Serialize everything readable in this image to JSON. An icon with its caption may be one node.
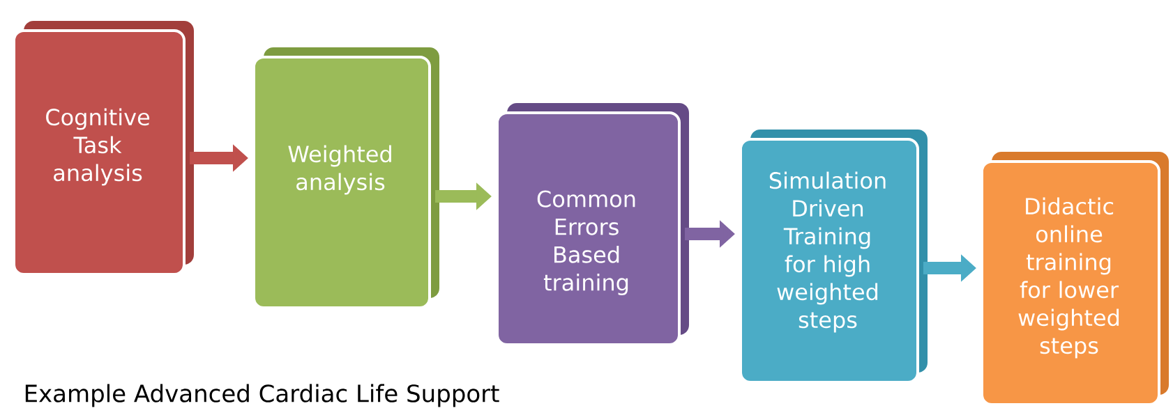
{
  "diagram": {
    "caption": "Example Advanced Cardiac Life Support",
    "nodes": [
      {
        "text": [
          "Cognitive Task analysis"
        ]
      },
      {
        "text": [
          "Weighted analysis"
        ]
      },
      {
        "text": [
          "Common Errors Based training"
        ]
      },
      {
        "text": [
          "Simulation Driven Training for high weighted steps"
        ]
      },
      {
        "text": [
          "Didactic online training for lower weighted steps"
        ]
      }
    ],
    "edges": [
      {
        "from": 0,
        "to": 1,
        "arrow": "to",
        "color": "#c0504d"
      },
      {
        "from": 1,
        "to": 2,
        "arrow": "to",
        "color": "#9bbb59"
      },
      {
        "from": 2,
        "to": 3,
        "arrow": "to",
        "color": "#8064a2"
      },
      {
        "from": 3,
        "to": 4,
        "arrow": "to",
        "color": "#4bacc6"
      }
    ]
  }
}
